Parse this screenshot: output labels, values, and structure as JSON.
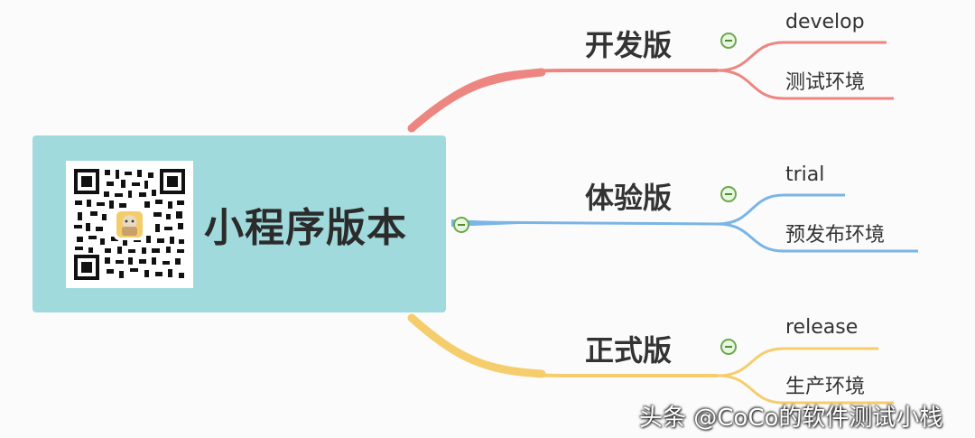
{
  "central_topic": {
    "title": "小程序版本"
  },
  "branches": [
    {
      "label": "开发版",
      "color": "#ed8680",
      "leaves": [
        {
          "label": "develop"
        },
        {
          "label": "测试环境"
        }
      ]
    },
    {
      "label": "体验版",
      "color": "#79b5e6",
      "leaves": [
        {
          "label": "trial"
        },
        {
          "label": "预发布环境"
        }
      ]
    },
    {
      "label": "正式版",
      "color": "#f5cd6d",
      "leaves": [
        {
          "label": "release"
        },
        {
          "label": "生产环境"
        }
      ]
    }
  ],
  "icons": {
    "collapse": "collapse-minus-icon",
    "qr": "qr-code-icon"
  },
  "watermark": "头条 @CoCo的软件测试小栈"
}
